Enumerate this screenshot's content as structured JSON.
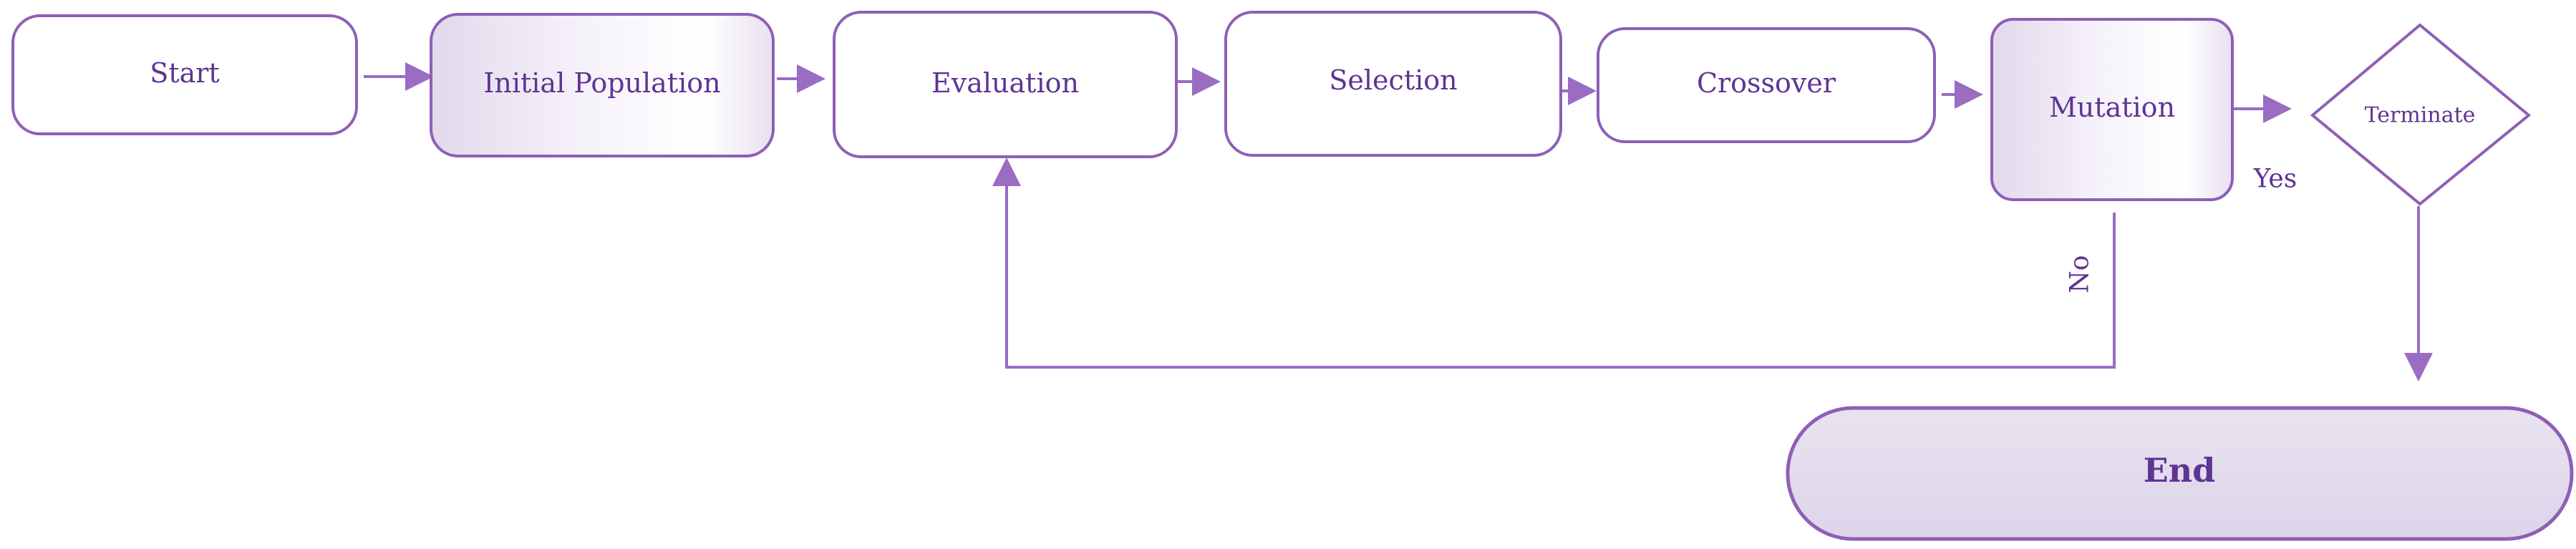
{
  "diagram": {
    "nodes": {
      "start": "Start",
      "initial_population": "Initial Population",
      "evaluation": "Evaluation",
      "selection": "Selection",
      "crossover": "Crossover",
      "mutation": "Mutation",
      "terminate": "Terminate",
      "end": "End"
    },
    "edge_labels": {
      "yes": "Yes",
      "no": "No"
    },
    "colors": {
      "stroke": "#8e5fb6",
      "text": "#5e3493",
      "shade": "#e4dcee"
    }
  }
}
